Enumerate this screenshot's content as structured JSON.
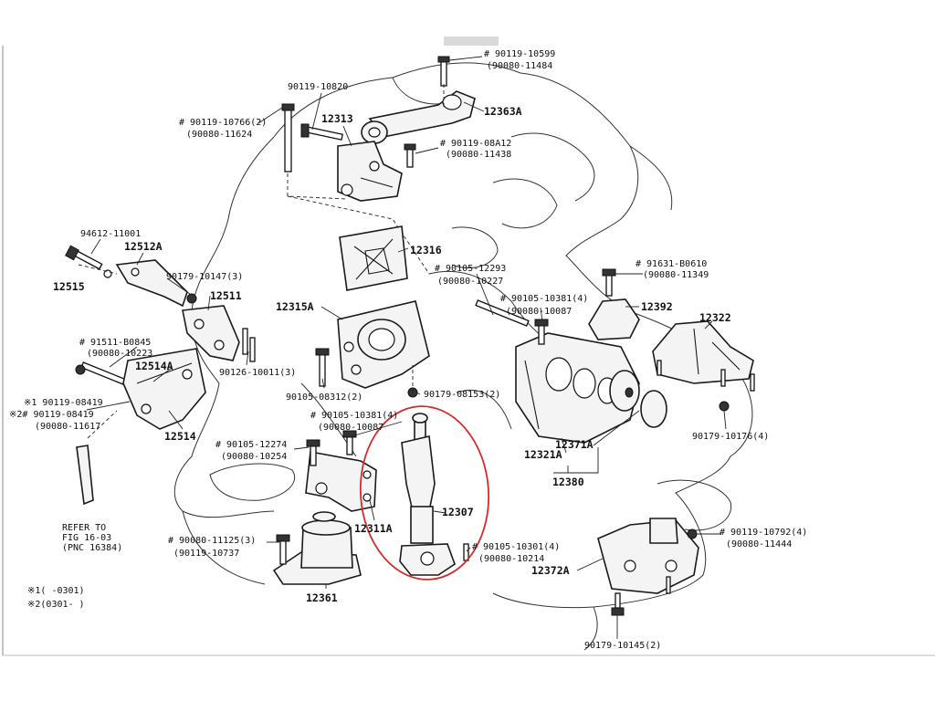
{
  "labels": {
    "l_90119_10599": "# 90119-10599",
    "l_90080_11484": "(90080-11484",
    "l_90119_10820": "90119-10820",
    "l_12363a": "12363A",
    "l_90119_10766": "# 90119-10766(2)",
    "l_90080_11624": "(90080-11624",
    "l_12313": "12313",
    "l_90119_08a12": "# 90119-08A12",
    "l_90080_11438": "(90080-11438",
    "l_94612": "94612-11001",
    "l_12512a": "12512A",
    "l_12316": "12316",
    "l_12515": "12515",
    "l_90179_10147": "90179-10147(3)",
    "l_12511": "12511",
    "l_90105_12293": "# 90105-12293",
    "l_90080_10227": "(90080-10227",
    "l_91631": "# 91631-B0610",
    "l_90080_11349": "(90080-11349",
    "l_90105_10381a": "# 90105-10381(4)",
    "l_90080_10087a": "(90080-10087",
    "l_12392": "12392",
    "l_12315a": "12315A",
    "l_12322": "12322",
    "l_91511": "# 91511-B0845",
    "l_90080_10223": "(90080-10223",
    "l_12514a": "12514A",
    "l_90126": "90126-10011(3)",
    "l_star1_08419": "※1 90119-08419",
    "l_star2_08419": "※2# 90119-08419",
    "l_90080_11617": "(90080-11617",
    "l_90105_08312": "90105-08312(2)",
    "l_90179_08153": "90179-08153(2)",
    "l_12514": "12514",
    "l_90105_10381b": "# 90105-10381(4)",
    "l_90080_10087b": "(90080-10087",
    "l_90179_10176": "90179-10176(4)",
    "l_12371a": "12371A",
    "l_12321a": "12321A",
    "l_90105_12274": "# 90105-12274",
    "l_90080_10254": "(90080-10254",
    "l_12380": "12380",
    "l_12307": "12307",
    "l_refer1": "REFER TO",
    "l_refer2": "FIG 16-03",
    "l_refer3": "(PNC 16384)",
    "l_12311a": "12311A",
    "l_90119_10792": "# 90119-10792(4)",
    "l_90080_11444": "(90080-11444",
    "l_90080_11125": "# 90080-11125(3)",
    "l_90119_10737": "(90119-10737",
    "l_90105_10301": "# 90105-10301(4)",
    "l_90080_10214": "(90080-10214",
    "l_12372a": "12372A",
    "l_note1": "※1(    -0301)",
    "l_note2": "※2(0301-    )",
    "l_12361": "12361",
    "l_90179_10145": "90179-10145(2)"
  },
  "colors": {
    "highlight_circle": "#d62a2a",
    "line_art": "#1a1a1a",
    "background": "#ffffff"
  }
}
